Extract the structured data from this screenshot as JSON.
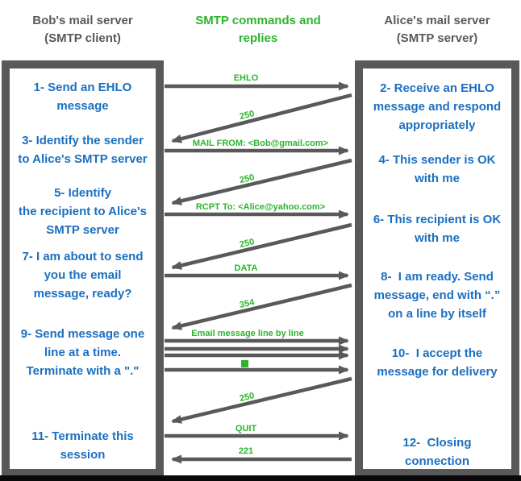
{
  "colors": {
    "gray": "#595959",
    "blue": "#1B6FC1",
    "green": "#2DB42D",
    "bottom_bar": "#0a0a0a"
  },
  "headers": {
    "left": "Bob's mail server\n(SMTP client)",
    "middle": "SMTP commands and\nreplies",
    "right": "Alice's mail server\n(SMTP server)"
  },
  "client_box": {
    "role": "SMTP client",
    "items": [
      "1- Send an EHLO\nmessage",
      "3- Identify the sender\nto Alice's SMTP server",
      "5- Identify\nthe recipient to Alice's\nSMTP server",
      "7- I am about to send\nyou the email\nmessage, ready?",
      "9- Send message one\nline at a time.\nTerminate with a \".\"",
      "11- Terminate this\nsession"
    ]
  },
  "server_box": {
    "role": "SMTP server",
    "items": [
      "2- Receive an EHLO\nmessage and respond\nappropriately",
      "4- This sender is OK\nwith me",
      "6- This recipient is OK\nwith me",
      "8-  I am ready. Send\nmessage, end with “.”\non a line by itself",
      "10-  I accept the\nmessage for delivery",
      "12-  Closing\nconnection"
    ]
  },
  "arrows": [
    {
      "label": "EHLO",
      "type": "horizontal",
      "direction": "right"
    },
    {
      "label": "250",
      "type": "diagonal",
      "direction": "left"
    },
    {
      "label": "MAIL FROM: <Bob@gmail.com>",
      "type": "horizontal",
      "direction": "right"
    },
    {
      "label": "250",
      "type": "diagonal",
      "direction": "left"
    },
    {
      "label": "RCPT To: <Alice@yahoo.com>",
      "type": "horizontal",
      "direction": "right"
    },
    {
      "label": "250",
      "type": "diagonal",
      "direction": "left"
    },
    {
      "label": "DATA",
      "type": "horizontal",
      "direction": "right"
    },
    {
      "label": "354",
      "type": "diagonal",
      "direction": "left"
    },
    {
      "label": "Email message line by line",
      "type": "horizontal-group",
      "direction": "right",
      "line_count": 4
    },
    {
      "label": "250",
      "type": "diagonal",
      "direction": "left"
    },
    {
      "label": "QUIT",
      "type": "horizontal",
      "direction": "right"
    },
    {
      "label": "221",
      "type": "horizontal",
      "direction": "left"
    }
  ],
  "dot_marker": {
    "name": "green-square-dot",
    "meaning": "terminating \".\" line",
    "color": "#2DB42D"
  }
}
